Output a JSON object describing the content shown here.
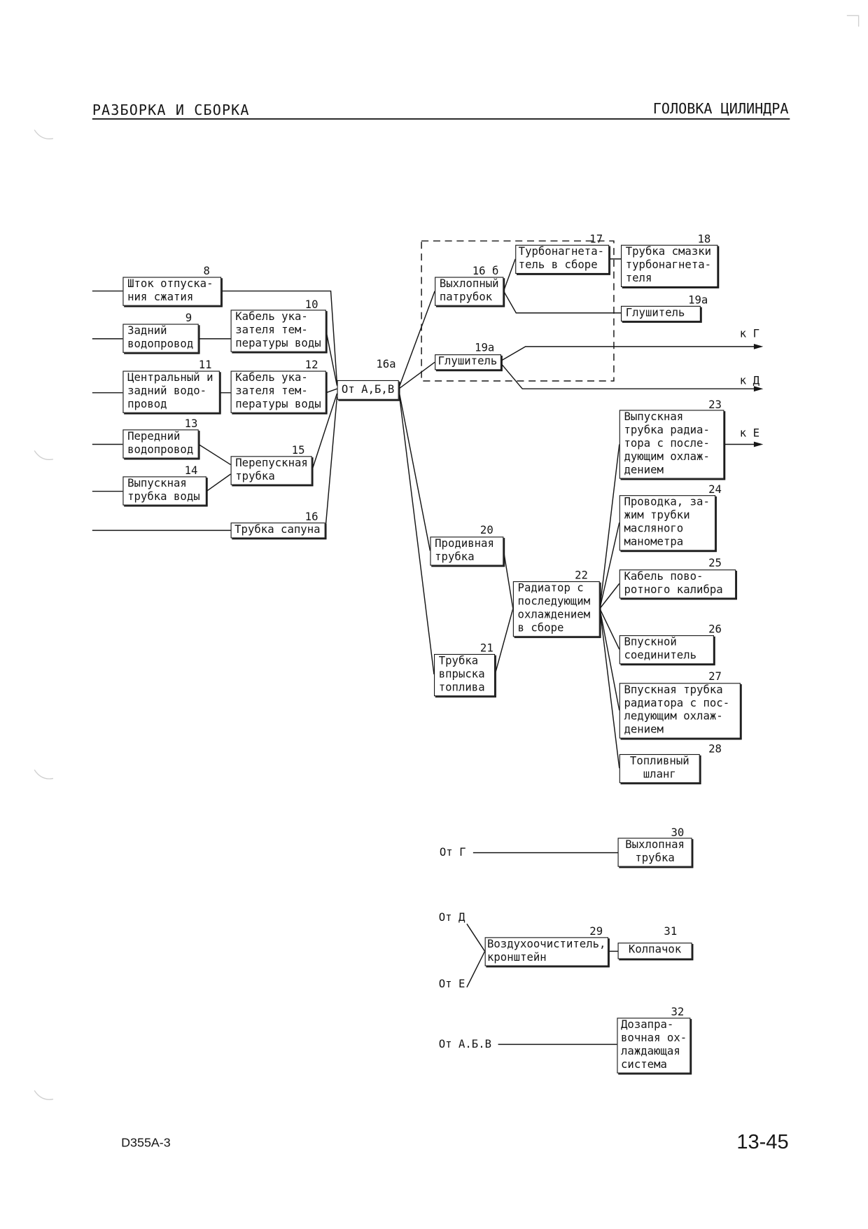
{
  "colors": {
    "ink": "#161616",
    "paper": "#ffffff",
    "margin_marks": "#cfcfcf"
  },
  "header": {
    "section": "РАЗБОРКА И СБОРКА",
    "topic": "ГОЛОВКА ЦИЛИНДРА"
  },
  "footer": {
    "model": "D355A-3",
    "page": "13-45"
  },
  "parts": {
    "p8": {
      "num": "8",
      "name": "Шток отпуска-\nния сжатия"
    },
    "p9": {
      "num": "9",
      "name": "Задний\nводопровод"
    },
    "p10": {
      "num": "10",
      "name": "Кабель ука-\nзателя тем-\nпературы воды"
    },
    "p11": {
      "num": "11",
      "name": "Центральный и\nзадний водо-\nпровод"
    },
    "p12": {
      "num": "12",
      "name": "Кабель ука-\nзателя тем-\nпературы воды"
    },
    "p13": {
      "num": "13",
      "name": "Передний\nводопровод"
    },
    "p14": {
      "num": "14",
      "name": "Выпускная\nтрубка воды"
    },
    "p15": {
      "num": "15",
      "name": "Перепускная\nтрубка"
    },
    "p16": {
      "num": "16",
      "name": "Трубка сапуна"
    },
    "p16a": {
      "num": "16а",
      "name": "От А,Б,В"
    },
    "p16b": {
      "num": "16 б",
      "name": "Выхлопный\nпатрубок"
    },
    "p17": {
      "num": "17",
      "name": "Турбонагнета-\nтель в сборе"
    },
    "p18": {
      "num": "18",
      "name": "Трубка смазки\nтурбонагнета-\nтеля"
    },
    "p19a_upper": {
      "num": "19а",
      "name": "Глушитель"
    },
    "p19a_lower": {
      "num": "19а",
      "name": "Глушитель"
    },
    "p20": {
      "num": "20",
      "name": "Продивная\nтрубка"
    },
    "p21": {
      "num": "21",
      "name": "Трубка\nвпрыска\nтоплива"
    },
    "p22": {
      "num": "22",
      "name": "Радиатор с\nпоследующим\nохлаждением\nв сборе"
    },
    "p23": {
      "num": "23",
      "name": "Выпускная\nтрубка радиа-\nтора с после-\nдующим охлаж-\nдением"
    },
    "p24": {
      "num": "24",
      "name": "Проводка, за-\nжим трубки\nмасляного\nманометра"
    },
    "p25": {
      "num": "25",
      "name": "Кабель пово-\nротного калибра"
    },
    "p26": {
      "num": "26",
      "name": "Впускной\nсоединитель"
    },
    "p27": {
      "num": "27",
      "name": "Впускная трубка\nрадиатора с пос-\nледующим охлаж-\nдением"
    },
    "p28": {
      "num": "28",
      "name": "Топливный\nшланг"
    },
    "p29": {
      "num": "29",
      "name": "Воздухоочиститель,\nкронштейн"
    },
    "p30": {
      "num": "30",
      "name": "Выхлопная\nтрубка"
    },
    "p31": {
      "num": "31",
      "name": "Колпачок"
    },
    "p32": {
      "num": "32",
      "name": "Дозапра-\nвочная ох-\nлаждающая\nсистема"
    }
  },
  "refs": {
    "to_g": "к Г",
    "to_d": "к Д",
    "to_e": "к Е",
    "from_g": "От Г",
    "from_d": "От Д",
    "from_e": "От Е",
    "from_abv": "От А.Б.В"
  }
}
